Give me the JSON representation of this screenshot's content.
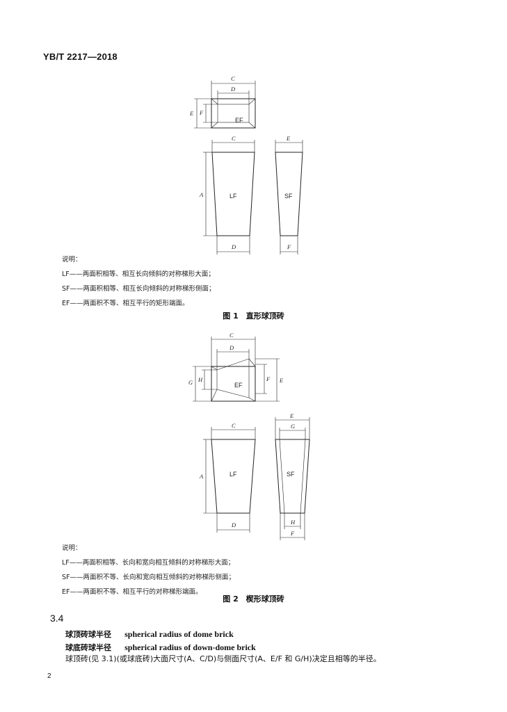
{
  "header": {
    "doc_id": "YB/T 2217—2018"
  },
  "figure1": {
    "dims": {
      "C": "C",
      "D": "D",
      "E": "E",
      "F": "F",
      "A": "A"
    },
    "labels": {
      "EF": "EF",
      "LF": "LF",
      "SF": "SF"
    },
    "legend_title": "说明：",
    "legend": [
      "LF——两面积相等、相互长向倾斜的对称梯形大面；",
      "SF——两面积相等、相互长向倾斜的对称梯形侧面；",
      "EF——两面积不等、相互平行的矩形端面。"
    ],
    "caption": "图 1　直形球顶砖"
  },
  "figure2": {
    "dims": {
      "C": "C",
      "D": "D",
      "E": "E",
      "F": "F",
      "G": "G",
      "H": "H",
      "A": "A"
    },
    "labels": {
      "EF": "EF",
      "LF": "LF",
      "SF": "SF"
    },
    "legend_title": "说明：",
    "legend": [
      "LF——两面积相等、长向和宽向相互倾斜的对称梯形大面；",
      "SF——两面积不等、长向和宽向相互倾斜的对称梯形侧面；",
      "EF——两面积不等、相互平行的对称梯形端面。"
    ],
    "caption": "图 2　楔形球顶砖"
  },
  "section": {
    "number": "3.4",
    "term_zh_1": "球顶砖球半径",
    "term_en_1": "spherical radius of dome brick",
    "term_zh_2": "球底砖球半径",
    "term_en_2": "spherical radius of down-dome brick",
    "definition": "球顶砖(见 3.1)(或球底砖)大面尺寸(A、C/D)与侧面尺寸(A、E/F 和 G/H)决定且相等的半径。"
  },
  "footer": {
    "page_number": "2"
  }
}
